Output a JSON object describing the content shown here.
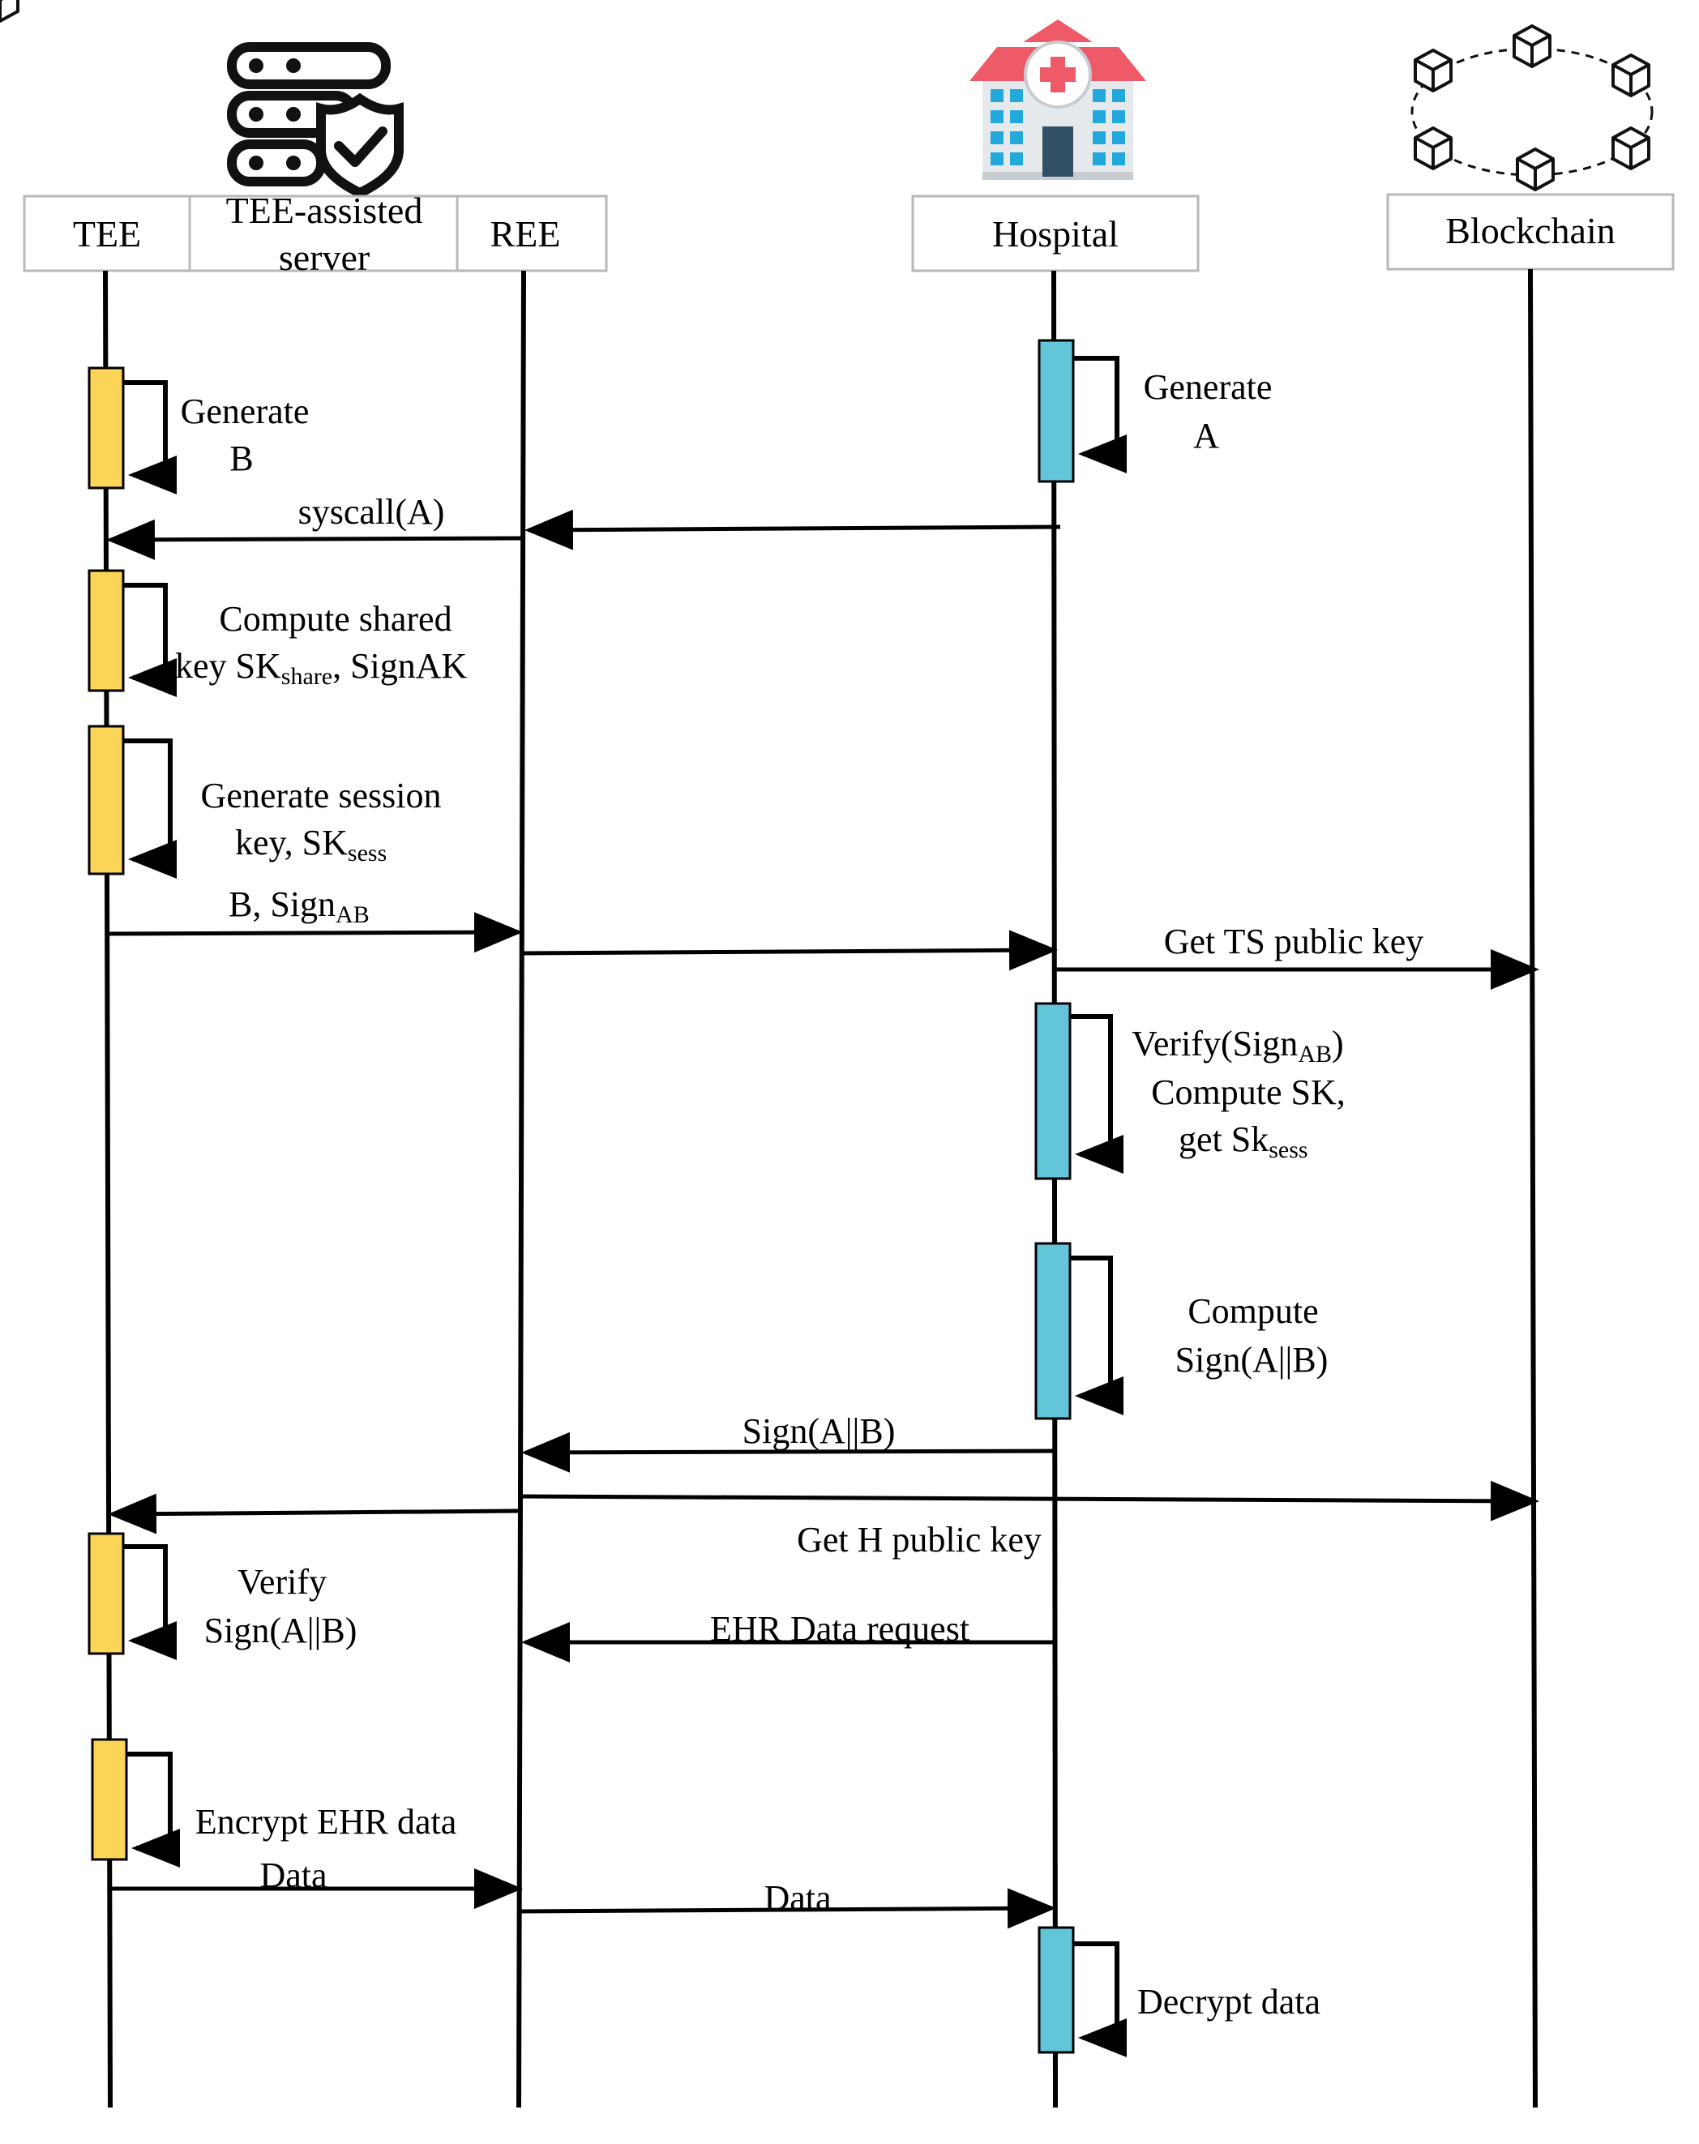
{
  "participants": {
    "tee": "TEE",
    "server_line1": "TEE-assisted",
    "server_line2": "server",
    "ree": "REE",
    "hospital": "Hospital",
    "blockchain": "Blockchain"
  },
  "icons": {
    "server": "server-shield-icon",
    "hospital": "hospital-icon",
    "blockchain": "blockchain-network-icon"
  },
  "colors": {
    "tee_activation": "#FCD457",
    "hospital_activation": "#63C5D8",
    "hospital_roof": "#EE5A67",
    "hospital_window": "#22A9DC",
    "hospital_body": "#E6E9EC"
  },
  "steps": {
    "gen_b_1": "Generate",
    "gen_b_2": "B",
    "gen_a_1": "Generate",
    "gen_a_2": "A",
    "syscall": "syscall(A)",
    "compute_1": "Compute shared",
    "compute_2a": "key SK",
    "compute_2sub": "share",
    "compute_2b": ", SignAK",
    "session_1": "Generate session",
    "session_2a": "key, SK",
    "session_2sub": "sess",
    "b_sign_a": "B, Sign",
    "b_sign_sub": "AB",
    "get_ts": "Get TS public key",
    "verify_1a": "Verify(Sign",
    "verify_1sub": "AB",
    "verify_1b": ")",
    "verify_2": "Compute SK,",
    "verify_3a": "get Sk",
    "verify_3sub": "sess",
    "compute_sign_1": "Compute",
    "compute_sign_2": "Sign(A||B)",
    "sign_ab": "Sign(A||B)",
    "get_h": "Get H public key",
    "verify_sign_1": "Verify",
    "verify_sign_2": "Sign(A||B)",
    "ehr_request": "EHR Data request",
    "encrypt": "Encrypt EHR data",
    "data_1": "Data",
    "data_2": "Data",
    "decrypt": "Decrypt data"
  }
}
